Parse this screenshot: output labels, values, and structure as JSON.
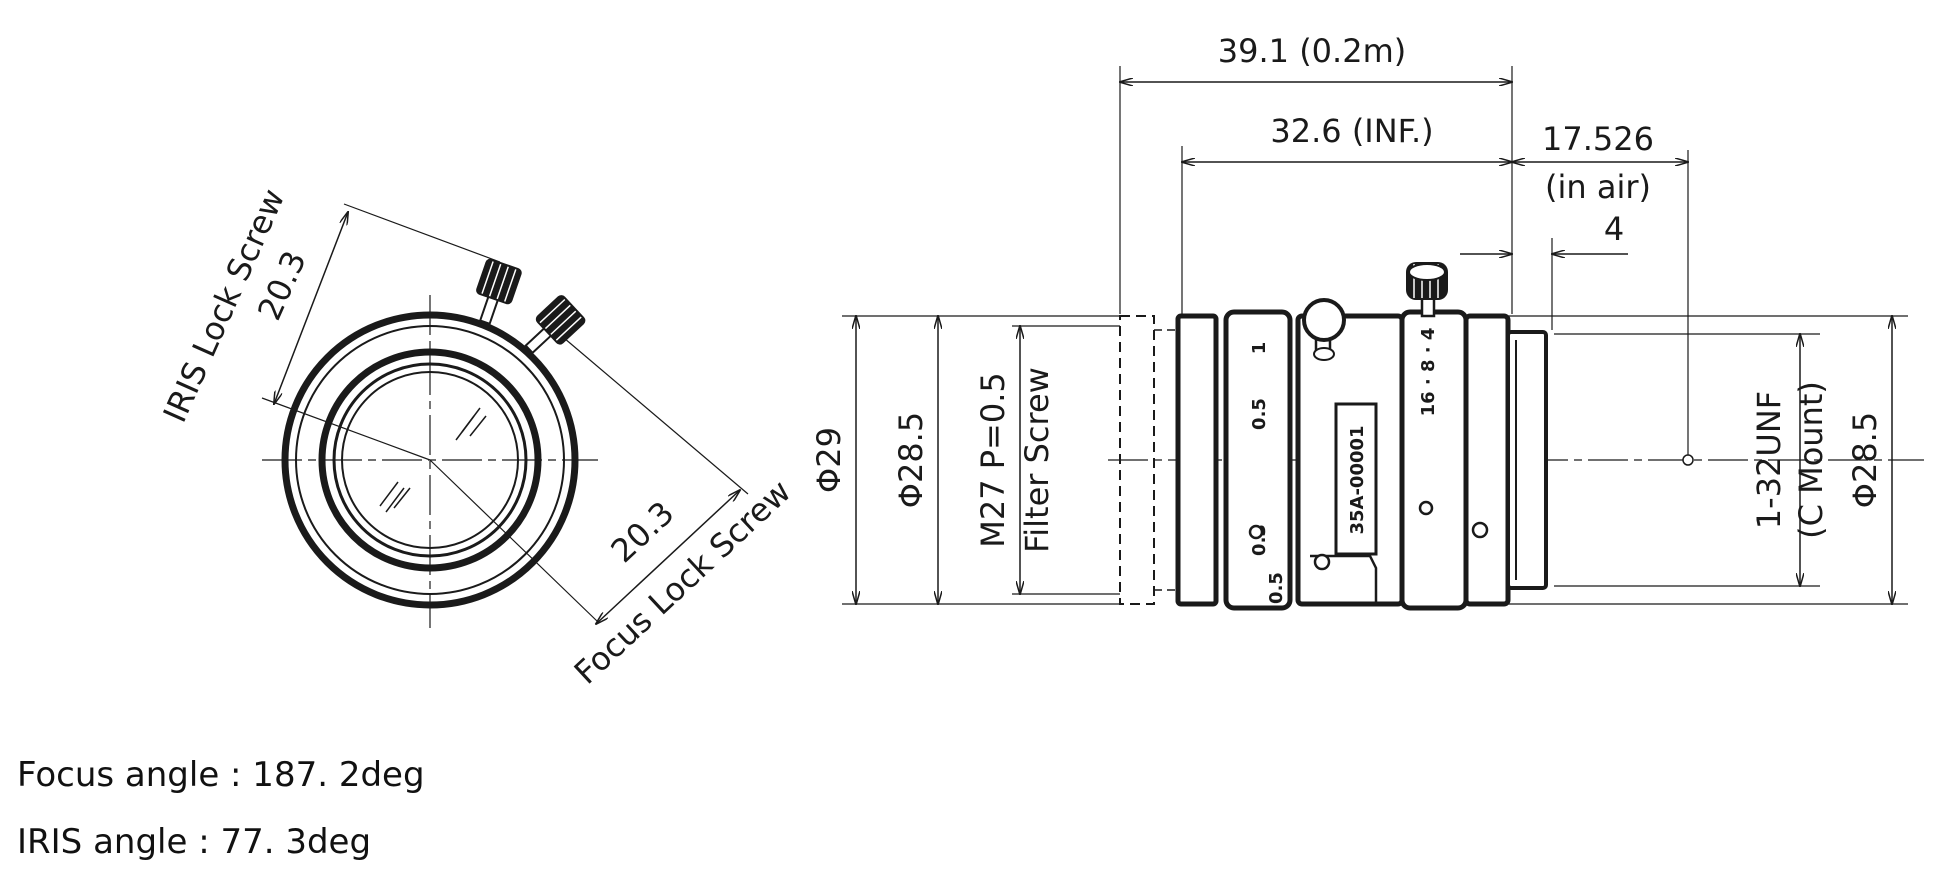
{
  "front_view": {
    "iris_label": "IRIS Lock Screw",
    "iris_dim": "20.3",
    "focus_label": "Focus Lock Screw",
    "focus_dim": "20.3"
  },
  "side_view": {
    "dim_total_close": "39.1 (0.2m)",
    "dim_total_inf": "32.6 (INF.)",
    "dim_flange_1": "17.526",
    "dim_flange_2": "(in air)",
    "dim_mount_depth": "4",
    "dia_29": "Φ29",
    "dia_285_left": "Φ28.5",
    "filter_1": "M27 P=0.5",
    "filter_2": "Filter Screw",
    "mount_1": "1-32UNF",
    "mount_2": "(C Mount)",
    "dia_285_right": "Φ28.5",
    "serial_label": "35A-00001",
    "focus_scale": [
      "1",
      "0.5",
      "0.3",
      "0.5"
    ],
    "iris_scale": "16 · 8 · 4"
  },
  "notes": {
    "focus_angle": "Focus angle : 187. 2deg",
    "iris_angle": "IRIS angle : 77. 3deg"
  }
}
